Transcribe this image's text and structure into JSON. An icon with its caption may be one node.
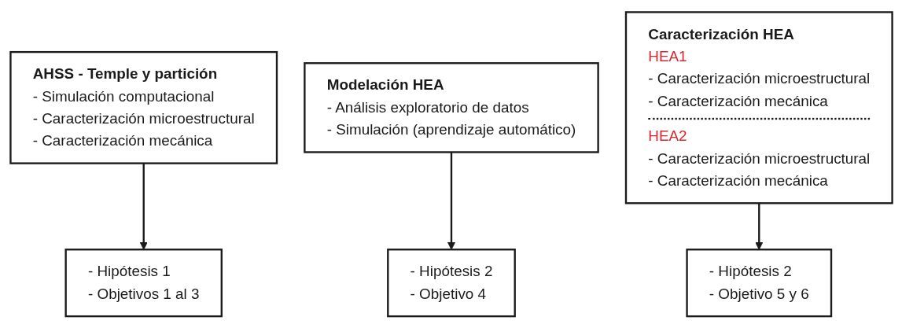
{
  "diagram": {
    "nodes": [
      {
        "text": [
          "AHSS - Temple y partición",
          "- Simulación computacional",
          "- Caracterización microestructural",
          "- Caracterización mecánica"
        ]
      },
      {
        "text": [
          "Modelación HEA",
          "- Análisis exploratorio de datos",
          "- Simulación (aprendizaje automático)"
        ]
      },
      {
        "text": [
          "Caracterización HEA",
          "HEA1",
          "- Caracterización microestructural",
          "- Caracterización mecánica",
          "HEA2",
          "- Caracterización microestructural",
          "- Caracterización mecánica"
        ]
      },
      {
        "text": [
          "- Hipótesis 1",
          "- Objetivos 1 al 3"
        ]
      },
      {
        "text": [
          "- Hipótesis 2",
          "- Objetivo 4"
        ]
      },
      {
        "text": [
          "- Hipótesis 2",
          "- Objetivo 5 y 6"
        ]
      }
    ],
    "edges": [
      {
        "from": 0,
        "to": 3,
        "arrow": "to"
      },
      {
        "from": 1,
        "to": 4,
        "arrow": "to"
      },
      {
        "from": 2,
        "to": 5,
        "arrow": "to"
      }
    ]
  }
}
